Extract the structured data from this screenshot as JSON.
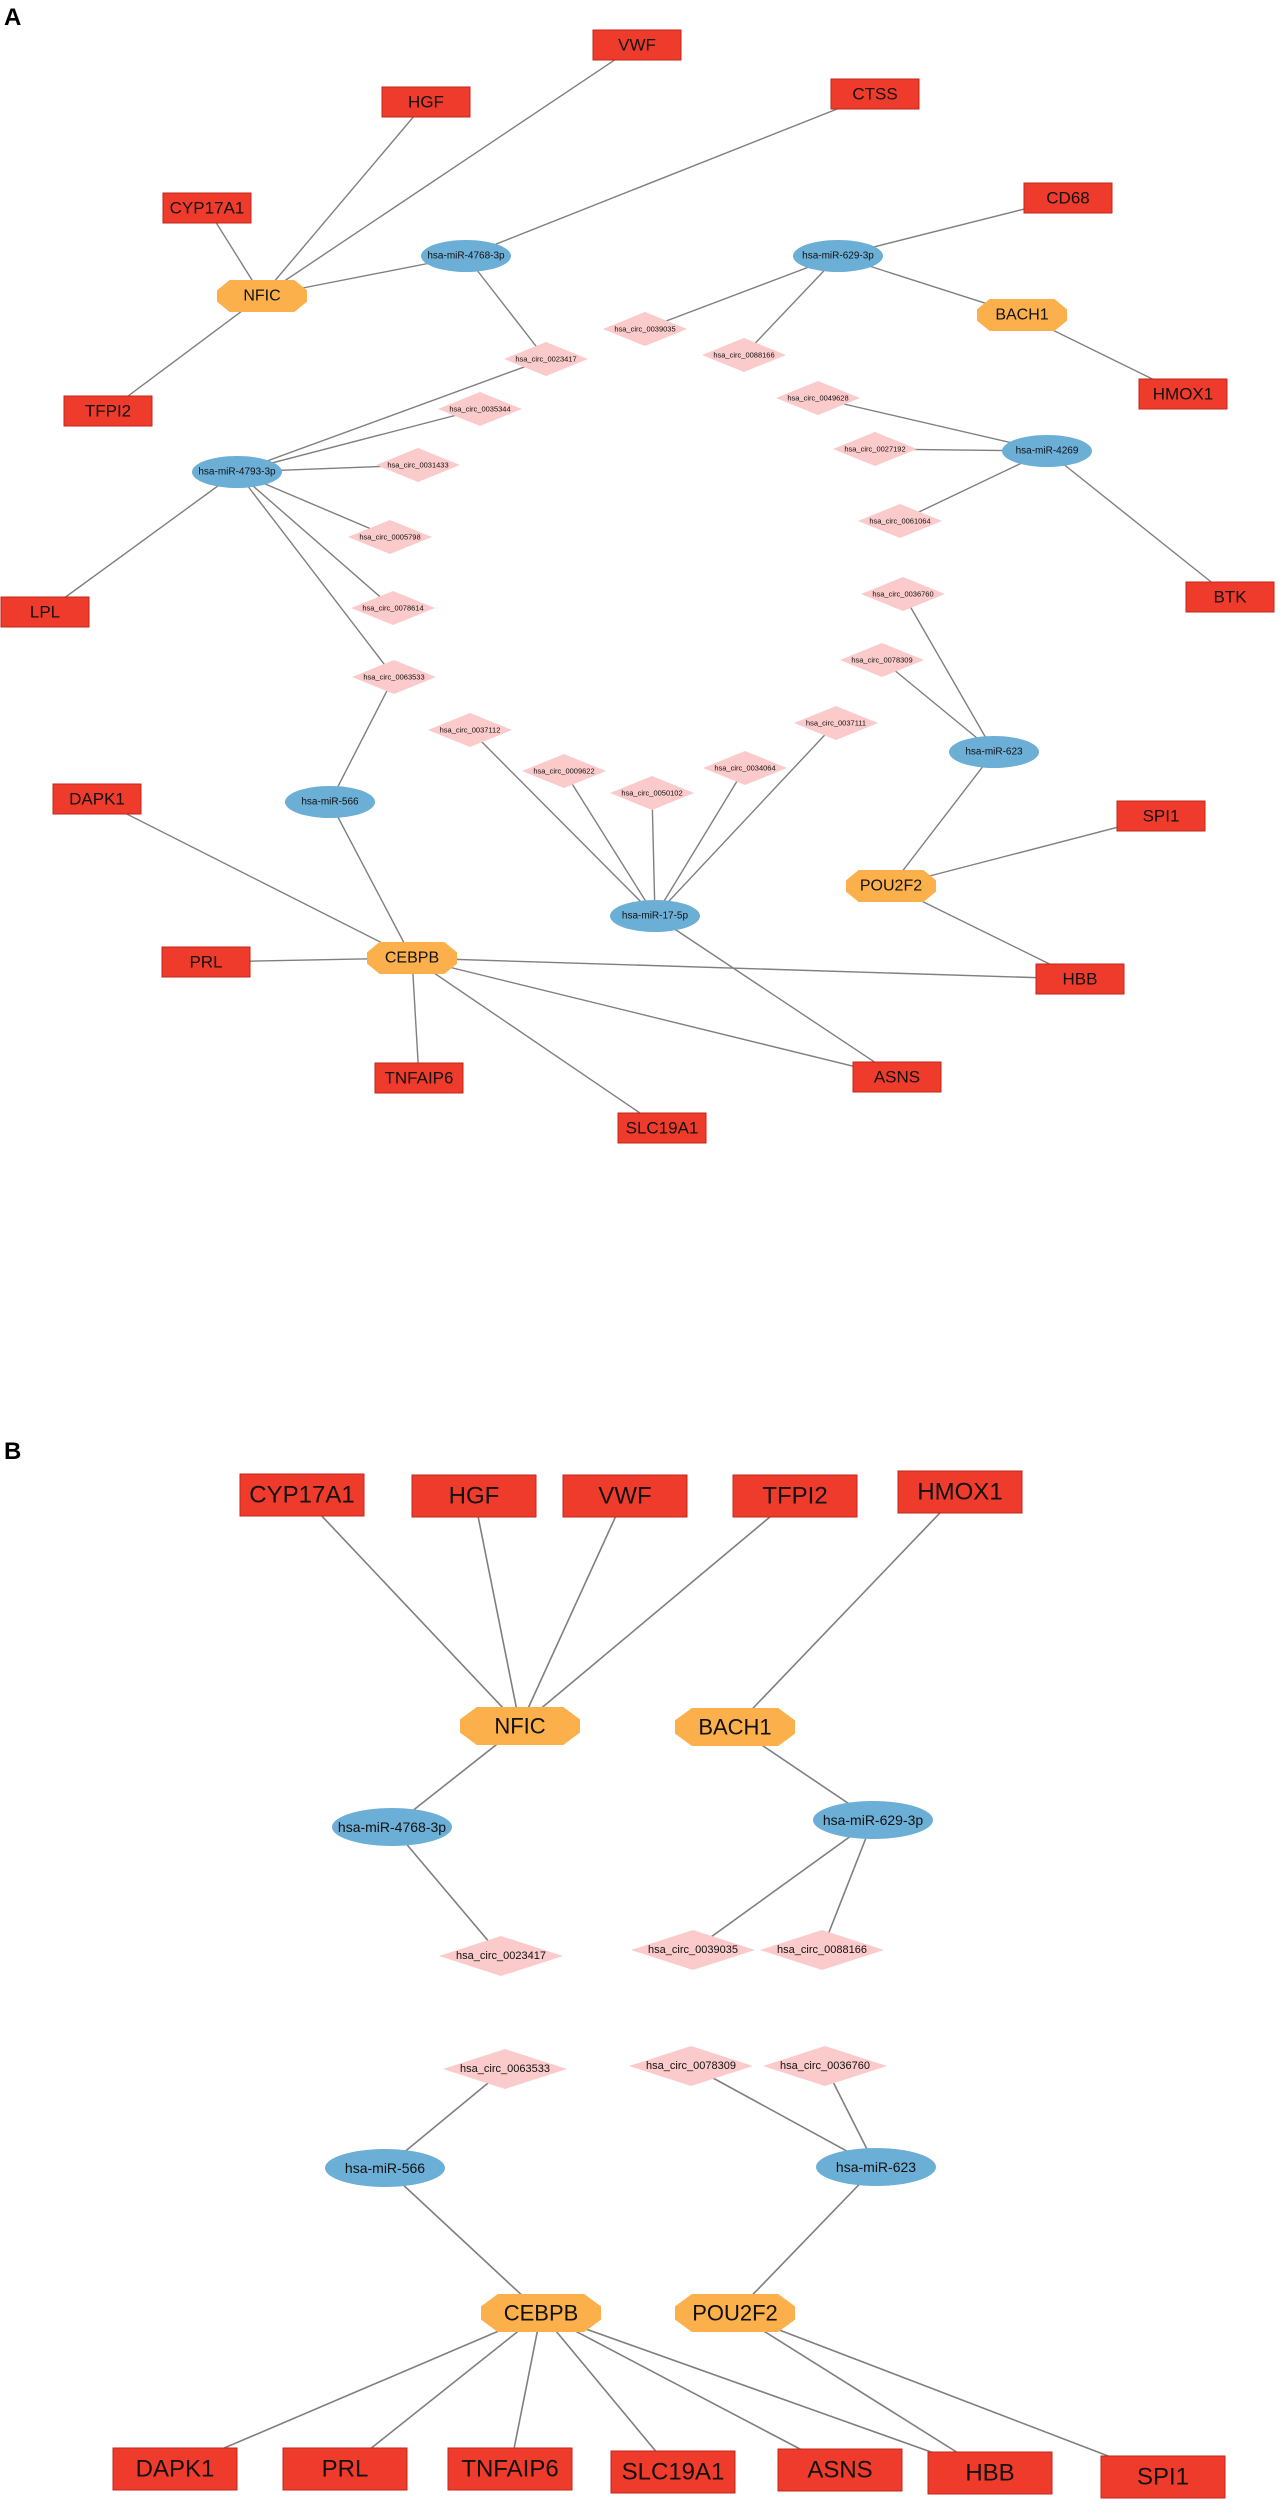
{
  "colors": {
    "gene": "#ef3b2c",
    "gene_border": "#c1271a",
    "tf": "#fbb04c",
    "mirna": "#6baed6",
    "circ": "#fbcaca",
    "edge": "#7f7f7f",
    "text_dark": "#111111"
  },
  "panels": [
    {
      "id": "A",
      "label": "A",
      "nodes": [
        {
          "id": "VWF",
          "label": "VWF",
          "type": "gene"
        },
        {
          "id": "HGF",
          "label": "HGF",
          "type": "gene"
        },
        {
          "id": "CTSS",
          "label": "CTSS",
          "type": "gene"
        },
        {
          "id": "CYP17A1",
          "label": "CYP17A1",
          "type": "gene"
        },
        {
          "id": "CD68",
          "label": "CD68",
          "type": "gene"
        },
        {
          "id": "TFPI2",
          "label": "TFPI2",
          "type": "gene"
        },
        {
          "id": "HMOX1",
          "label": "HMOX1",
          "type": "gene"
        },
        {
          "id": "LPL",
          "label": "LPL",
          "type": "gene"
        },
        {
          "id": "BTK",
          "label": "BTK",
          "type": "gene"
        },
        {
          "id": "DAPK1",
          "label": "DAPK1",
          "type": "gene"
        },
        {
          "id": "SPI1",
          "label": "SPI1",
          "type": "gene"
        },
        {
          "id": "PRL",
          "label": "PRL",
          "type": "gene"
        },
        {
          "id": "HBB",
          "label": "HBB",
          "type": "gene"
        },
        {
          "id": "TNFAIP6",
          "label": "TNFAIP6",
          "type": "gene"
        },
        {
          "id": "ASNS",
          "label": "ASNS",
          "type": "gene"
        },
        {
          "id": "SLC19A1",
          "label": "SLC19A1",
          "type": "gene"
        },
        {
          "id": "NFIC",
          "label": "NFIC",
          "type": "tf"
        },
        {
          "id": "BACH1",
          "label": "BACH1",
          "type": "tf"
        },
        {
          "id": "POU2F2",
          "label": "POU2F2",
          "type": "tf"
        },
        {
          "id": "CEBPB",
          "label": "CEBPB",
          "type": "tf"
        },
        {
          "id": "m4768",
          "label": "hsa-miR-4768-3p",
          "type": "mirna"
        },
        {
          "id": "m629",
          "label": "hsa-miR-629-3p",
          "type": "mirna"
        },
        {
          "id": "m4793",
          "label": "hsa-miR-4793-3p",
          "type": "mirna"
        },
        {
          "id": "m4269",
          "label": "hsa-miR-4269",
          "type": "mirna"
        },
        {
          "id": "m623",
          "label": "hsa-miR-623",
          "type": "mirna"
        },
        {
          "id": "m566",
          "label": "hsa-miR-566",
          "type": "mirna"
        },
        {
          "id": "m17",
          "label": "hsa-miR-17-5p",
          "type": "mirna"
        },
        {
          "id": "c039035",
          "label": "hsa_circ_0039035",
          "type": "circ"
        },
        {
          "id": "c023417",
          "label": "hsa_circ_0023417",
          "type": "circ"
        },
        {
          "id": "c088166",
          "label": "hsa_circ_0088166",
          "type": "circ"
        },
        {
          "id": "c035344",
          "label": "hsa_circ_0035344",
          "type": "circ"
        },
        {
          "id": "c049628",
          "label": "hsa_circ_0049628",
          "type": "circ"
        },
        {
          "id": "c031433",
          "label": "hsa_circ_0031433",
          "type": "circ"
        },
        {
          "id": "c027192",
          "label": "hsa_circ_0027192",
          "type": "circ"
        },
        {
          "id": "c005798",
          "label": "hsa_circ_0005798",
          "type": "circ"
        },
        {
          "id": "c061064",
          "label": "hsa_circ_0061064",
          "type": "circ"
        },
        {
          "id": "c078614",
          "label": "hsa_circ_0078614",
          "type": "circ"
        },
        {
          "id": "c036760",
          "label": "hsa_circ_0036760",
          "type": "circ"
        },
        {
          "id": "c078309",
          "label": "hsa_circ_0078309",
          "type": "circ"
        },
        {
          "id": "c063533",
          "label": "hsa_circ_0063533",
          "type": "circ"
        },
        {
          "id": "c037112",
          "label": "hsa_circ_0037112",
          "type": "circ"
        },
        {
          "id": "c037111",
          "label": "hsa_circ_0037111",
          "type": "circ"
        },
        {
          "id": "c009622",
          "label": "hsa_circ_0009622",
          "type": "circ"
        },
        {
          "id": "c034064",
          "label": "hsa_circ_0034064",
          "type": "circ"
        },
        {
          "id": "c050102",
          "label": "hsa_circ_0050102",
          "type": "circ"
        }
      ],
      "edges": [
        [
          "NFIC",
          "CYP17A1"
        ],
        [
          "NFIC",
          "HGF"
        ],
        [
          "NFIC",
          "VWF"
        ],
        [
          "NFIC",
          "TFPI2"
        ],
        [
          "NFIC",
          "m4768"
        ],
        [
          "m4768",
          "CTSS"
        ],
        [
          "m4768",
          "c023417"
        ],
        [
          "m629",
          "CD68"
        ],
        [
          "m629",
          "BACH1"
        ],
        [
          "m629",
          "c039035"
        ],
        [
          "m629",
          "c088166"
        ],
        [
          "BACH1",
          "HMOX1"
        ],
        [
          "m4793",
          "c023417"
        ],
        [
          "m4793",
          "c035344"
        ],
        [
          "m4793",
          "c031433"
        ],
        [
          "m4793",
          "c005798"
        ],
        [
          "m4793",
          "c078614"
        ],
        [
          "m4793",
          "c063533"
        ],
        [
          "m4793",
          "LPL"
        ],
        [
          "m4269",
          "c049628"
        ],
        [
          "m4269",
          "c027192"
        ],
        [
          "m4269",
          "c061064"
        ],
        [
          "m4269",
          "BTK"
        ],
        [
          "m623",
          "c036760"
        ],
        [
          "m623",
          "c078309"
        ],
        [
          "m623",
          "POU2F2"
        ],
        [
          "POU2F2",
          "SPI1"
        ],
        [
          "POU2F2",
          "HBB"
        ],
        [
          "m566",
          "c063533"
        ],
        [
          "m566",
          "CEBPB"
        ],
        [
          "m17",
          "c037112"
        ],
        [
          "m17",
          "c009622"
        ],
        [
          "m17",
          "c050102"
        ],
        [
          "m17",
          "c034064"
        ],
        [
          "m17",
          "c037111"
        ],
        [
          "m17",
          "ASNS"
        ],
        [
          "CEBPB",
          "DAPK1"
        ],
        [
          "CEBPB",
          "PRL"
        ],
        [
          "CEBPB",
          "TNFAIP6"
        ],
        [
          "CEBPB",
          "SLC19A1"
        ],
        [
          "CEBPB",
          "ASNS"
        ],
        [
          "CEBPB",
          "HBB"
        ]
      ]
    },
    {
      "id": "B",
      "label": "B",
      "nodes": [
        {
          "id": "CYP17A1",
          "label": "CYP17A1",
          "type": "gene"
        },
        {
          "id": "HGF",
          "label": "HGF",
          "type": "gene"
        },
        {
          "id": "VWF",
          "label": "VWF",
          "type": "gene"
        },
        {
          "id": "TFPI2",
          "label": "TFPI2",
          "type": "gene"
        },
        {
          "id": "HMOX1",
          "label": "HMOX1",
          "type": "gene"
        },
        {
          "id": "NFIC",
          "label": "NFIC",
          "type": "tf"
        },
        {
          "id": "BACH1",
          "label": "BACH1",
          "type": "tf"
        },
        {
          "id": "m4768",
          "label": "hsa-miR-4768-3p",
          "type": "mirna"
        },
        {
          "id": "m629",
          "label": "hsa-miR-629-3p",
          "type": "mirna"
        },
        {
          "id": "c023417",
          "label": "hsa_circ_0023417",
          "type": "circ"
        },
        {
          "id": "c039035",
          "label": "hsa_circ_0039035",
          "type": "circ"
        },
        {
          "id": "c088166",
          "label": "hsa_circ_0088166",
          "type": "circ"
        },
        {
          "id": "c063533",
          "label": "hsa_circ_0063533",
          "type": "circ"
        },
        {
          "id": "c078309",
          "label": "hsa_circ_0078309",
          "type": "circ"
        },
        {
          "id": "c036760",
          "label": "hsa_circ_0036760",
          "type": "circ"
        },
        {
          "id": "m566",
          "label": "hsa-miR-566",
          "type": "mirna"
        },
        {
          "id": "m623",
          "label": "hsa-miR-623",
          "type": "mirna"
        },
        {
          "id": "CEBPB",
          "label": "CEBPB",
          "type": "tf"
        },
        {
          "id": "POU2F2",
          "label": "POU2F2",
          "type": "tf"
        },
        {
          "id": "DAPK1",
          "label": "DAPK1",
          "type": "gene"
        },
        {
          "id": "PRL",
          "label": "PRL",
          "type": "gene"
        },
        {
          "id": "TNFAIP6",
          "label": "TNFAIP6",
          "type": "gene"
        },
        {
          "id": "SLC19A1",
          "label": "SLC19A1",
          "type": "gene"
        },
        {
          "id": "ASNS",
          "label": "ASNS",
          "type": "gene"
        },
        {
          "id": "HBB",
          "label": "HBB",
          "type": "gene"
        },
        {
          "id": "SPI1",
          "label": "SPI1",
          "type": "gene"
        }
      ],
      "edges": [
        [
          "NFIC",
          "CYP17A1"
        ],
        [
          "NFIC",
          "HGF"
        ],
        [
          "NFIC",
          "VWF"
        ],
        [
          "NFIC",
          "TFPI2"
        ],
        [
          "NFIC",
          "m4768"
        ],
        [
          "BACH1",
          "HMOX1"
        ],
        [
          "BACH1",
          "m629"
        ],
        [
          "m4768",
          "c023417"
        ],
        [
          "m629",
          "c039035"
        ],
        [
          "m629",
          "c088166"
        ],
        [
          "m566",
          "c063533"
        ],
        [
          "m566",
          "CEBPB"
        ],
        [
          "m623",
          "c078309"
        ],
        [
          "m623",
          "c036760"
        ],
        [
          "m623",
          "POU2F2"
        ],
        [
          "CEBPB",
          "DAPK1"
        ],
        [
          "CEBPB",
          "PRL"
        ],
        [
          "CEBPB",
          "TNFAIP6"
        ],
        [
          "CEBPB",
          "SLC19A1"
        ],
        [
          "CEBPB",
          "ASNS"
        ],
        [
          "CEBPB",
          "HBB"
        ],
        [
          "POU2F2",
          "HBB"
        ],
        [
          "POU2F2",
          "SPI1"
        ]
      ]
    }
  ]
}
